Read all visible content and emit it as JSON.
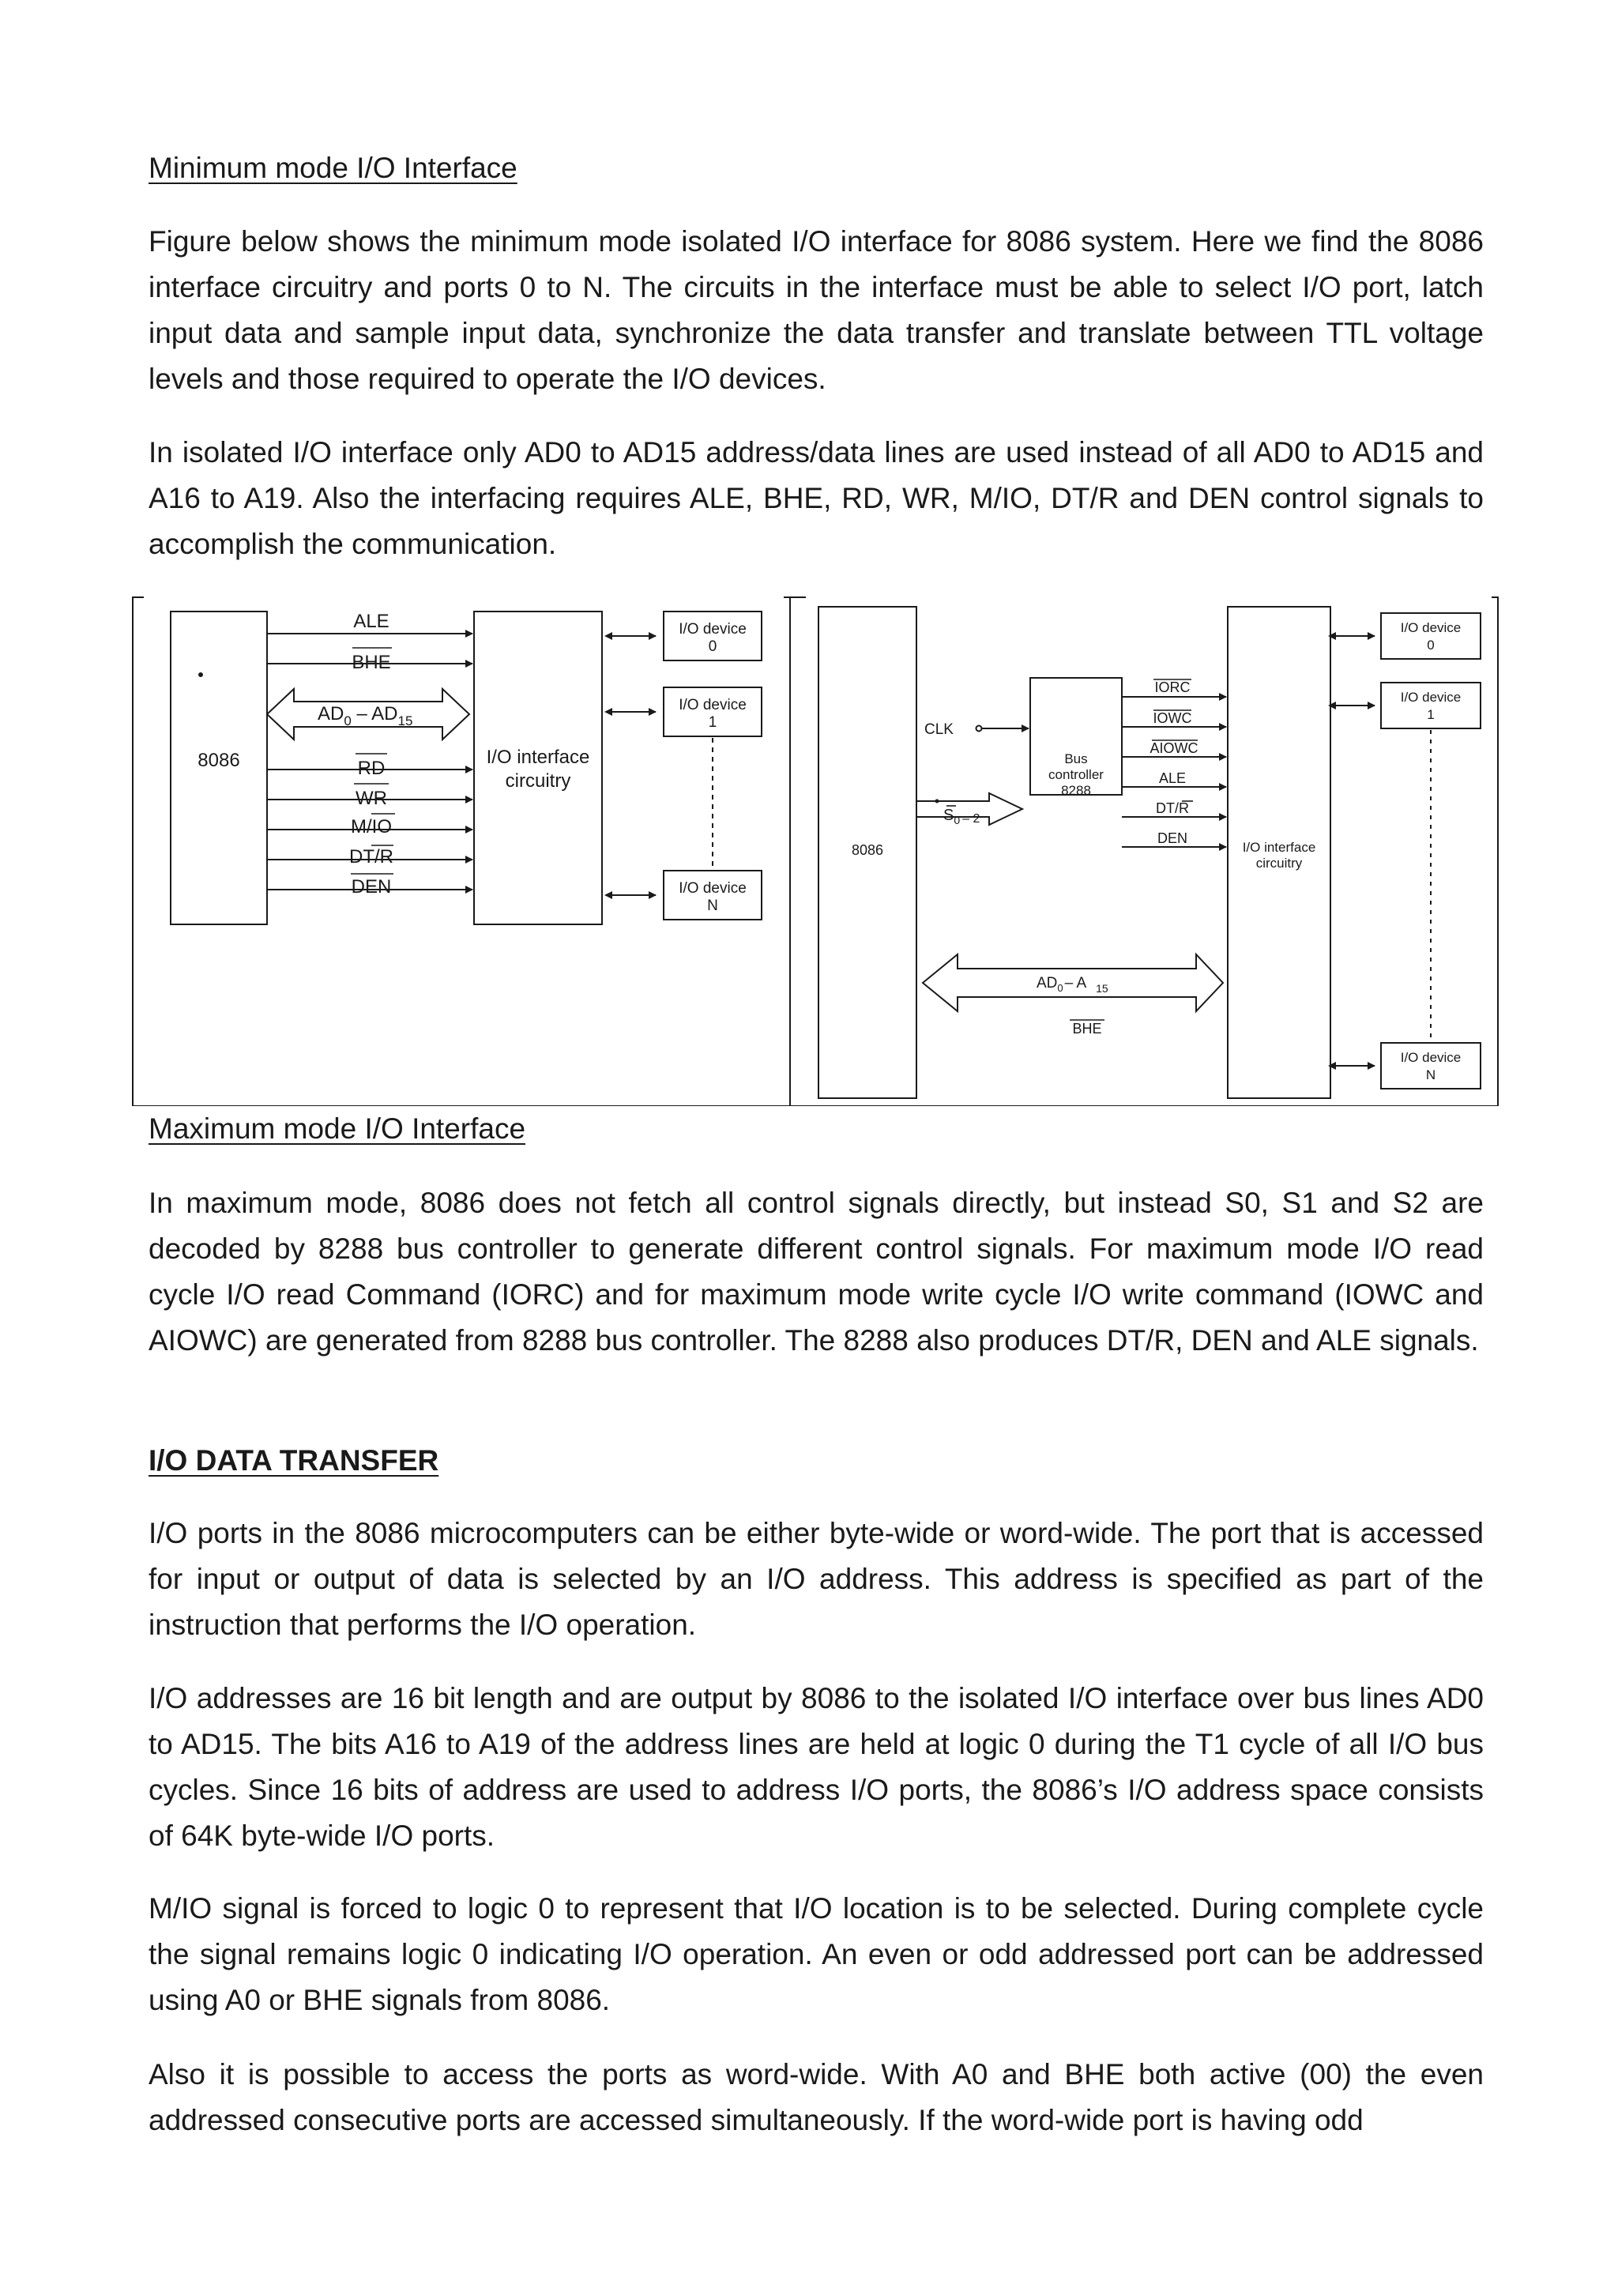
{
  "sections": {
    "min_heading": "Minimum  mode I/O Interface",
    "min_p1": "Figure below shows the minimum mode isolated I/O interface for 8086 system. Here we find the 8086 interface circuitry and ports 0 to N. The circuits in the interface must be able to select I/O port, latch input data and sample input data, synchronize the data transfer and translate between TTL voltage levels and those required to operate the I/O devices.",
    "min_p2": "In isolated I/O interface only AD0 to AD15 address/data lines are used instead of all AD0 to AD15 and A16 to A19. Also the interfacing requires ALE, BHE, RD, WR, M/IO, DT/R and DEN control signals to accomplish the communication.",
    "max_heading": "Maximum  mode I/O Interface",
    "max_p1": "In maximum mode, 8086 does not fetch all control signals directly, but instead S0, S1 and S2 are decoded by 8288 bus controller to generate different control signals. For maximum mode I/O read cycle I/O read Command (IORC) and for maximum mode write cycle I/O write command (IOWC and AIOWC) are generated from 8288 bus controller. The 8288 also produces DT/R, DEN and ALE signals.",
    "transfer_heading": "I/O DATA TRANSFER",
    "transfer_p1": "I/O ports in the 8086 microcomputers can be either byte-wide or word-wide. The port that is accessed for input or output of data is selected by an I/O address. This address is specified as part of the instruction that performs the I/O operation.",
    "transfer_p2": "I/O addresses are 16 bit length and are output by 8086 to the isolated I/O interface over bus lines AD0 to AD15. The bits A16 to A19 of the address lines are held at logic 0 during the T1 cycle of all I/O bus cycles. Since 16 bits of address are used to address I/O ports, the 8086’s I/O address space consists of 64K byte-wide I/O ports.",
    "transfer_p3": "M/IO signal is forced to logic 0 to represent that I/O location is to be selected. During complete cycle the signal remains logic 0 indicating I/O operation. An even or odd addressed port can be addressed using A0 or BHE signals from 8086.",
    "transfer_p4": "Also it is possible to access the ports as word-wide. With A0 and BHE both active (00) the even addressed consecutive ports are accessed simultaneously. If the word-wide port is having odd"
  },
  "figure_min": {
    "cpu": "8086",
    "signals": [
      "ALE",
      "BHE",
      "RD",
      "WR",
      "M/IO",
      "DT/R",
      "DEN"
    ],
    "bus": "AD",
    "bus_sub0": "0",
    "bus_dash": " – AD",
    "bus_sub1": "15",
    "interface_line1": "I/O interface",
    "interface_line2": "circuitry",
    "dev0_l1": "I/O device",
    "dev0_l2": "0",
    "dev1_l1": "I/O device",
    "dev1_l2": "1",
    "devn_l1": "I/O device",
    "devn_l2": "N"
  },
  "figure_max": {
    "cpu": "8086",
    "clk": "CLK",
    "status": "S",
    "status_sub": "0",
    "status_to": "– 2",
    "bus_ctrl_l1": "Bus",
    "bus_ctrl_l2": "controller",
    "bus_ctrl_l3": "8288",
    "ctrl_signals": [
      "IORC",
      "IOWC",
      "AIOWC",
      "ALE",
      "DT/R",
      "DEN"
    ],
    "interface_line1": "I/O interface",
    "interface_line2": "circuitry",
    "bus": "AD",
    "bus_sub0": "0",
    "bus_dash": "– A",
    "bus_sub1": "15",
    "bhe": "BHE",
    "dev0_l1": "I/O device",
    "dev0_l2": "0",
    "dev1_l1": "I/O device",
    "dev1_l2": "1",
    "devn_l1": "I/O device",
    "devn_l2": "N"
  }
}
